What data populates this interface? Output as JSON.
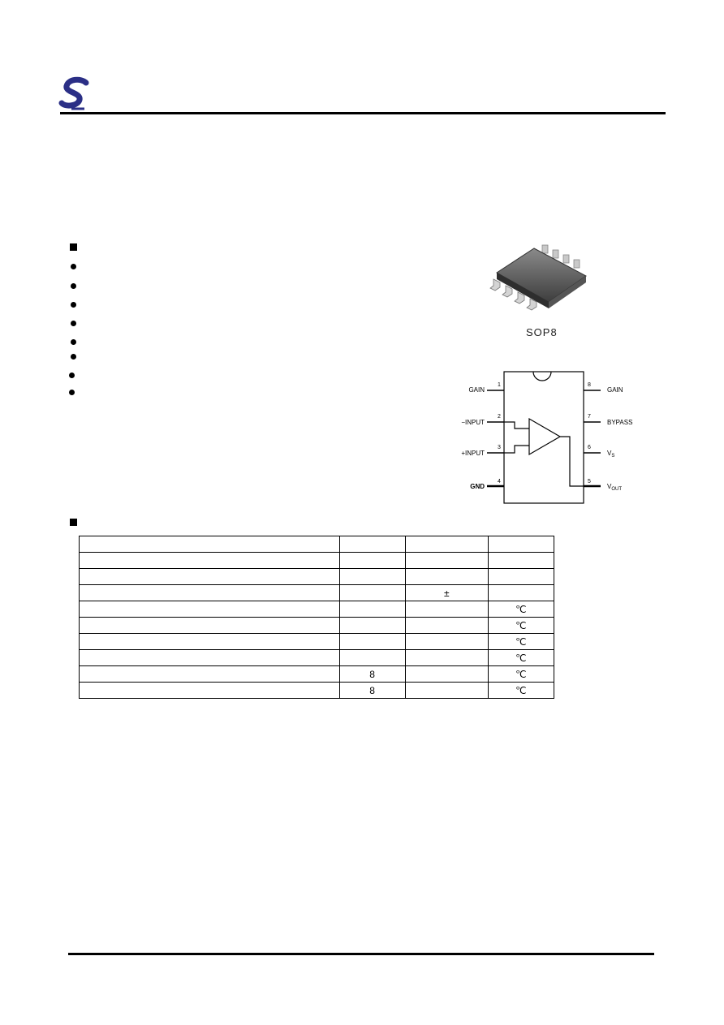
{
  "package": {
    "label": "SOP8"
  },
  "pinout": {
    "pins": [
      {
        "num": "1",
        "label": "GAIN"
      },
      {
        "num": "2",
        "label": "−INPUT"
      },
      {
        "num": "3",
        "label": "+INPUT"
      },
      {
        "num": "4",
        "label": "GND"
      },
      {
        "num": "5",
        "label": "V",
        "sub": "OUT"
      },
      {
        "num": "6",
        "label": "V",
        "sub": "S"
      },
      {
        "num": "7",
        "label": "BYPASS"
      },
      {
        "num": "8",
        "label": "GAIN"
      }
    ]
  },
  "ratings_table": {
    "rows": [
      [
        "",
        "",
        "",
        ""
      ],
      [
        "",
        "",
        "",
        ""
      ],
      [
        "",
        "",
        "",
        ""
      ],
      [
        "",
        "",
        "±",
        ""
      ],
      [
        "",
        "",
        "",
        "℃"
      ],
      [
        "",
        "",
        "",
        "℃"
      ],
      [
        "",
        "",
        "",
        "℃"
      ],
      [
        "",
        "",
        "",
        "℃"
      ],
      [
        "",
        "8",
        "",
        "℃"
      ],
      [
        "",
        "8",
        "",
        "℃"
      ]
    ]
  }
}
